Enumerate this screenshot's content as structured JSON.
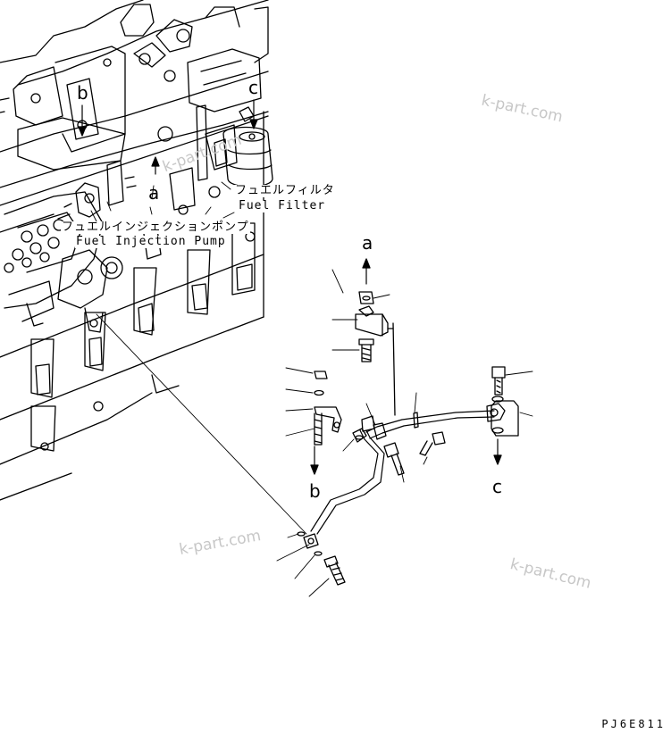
{
  "labels": {
    "fuel_filter_jp": "フュエルフィルタ",
    "fuel_filter_en": "Fuel Filter",
    "injection_pump_jp": "フュエルインジェクションポンプ",
    "injection_pump_en": "Fuel Injection Pump"
  },
  "view_letters": {
    "b_engine": "b",
    "c_engine": "c",
    "a_engine": "a",
    "a_pipe": "a",
    "b_pipe": "b",
    "c_pipe": "c"
  },
  "watermark": "k-part.com",
  "drawing_code": "PJ6E811",
  "colors": {
    "line": "#000000",
    "watermark": "#c7c7c7",
    "background": "#ffffff"
  }
}
